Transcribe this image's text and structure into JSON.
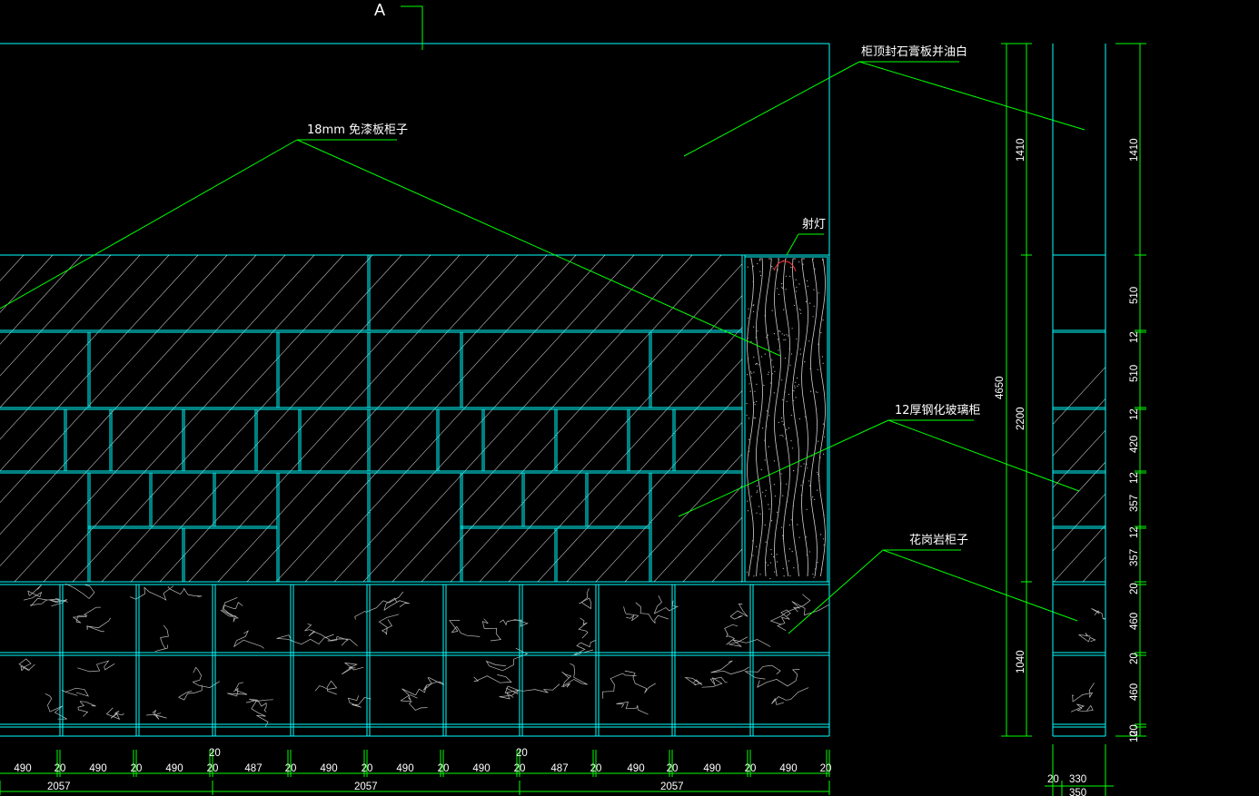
{
  "drawing": {
    "section_mark": "A",
    "colors": {
      "background": "#000000",
      "cabinet": "#00ffff",
      "leader": "#00ff00",
      "text": "#ffffff",
      "spotlight": "#ff0000"
    },
    "labels": {
      "top_seal": "柜顶封石膏板并油白",
      "board_cabinet": "18mm 免漆板柜子",
      "spotlight": "射灯",
      "glass_cabinet": "12厚钢化玻璃柜",
      "granite_cabinet": "花岗岩柜子"
    },
    "bottom_dims": {
      "row1": [
        "490",
        "20",
        "490",
        "20",
        "490",
        "20",
        "487",
        "20",
        "490",
        "20",
        "490",
        "20",
        "490",
        "20",
        "487",
        "20",
        "490",
        "20",
        "490",
        "20",
        "490",
        "20"
      ],
      "stacked": [
        "20",
        "20"
      ],
      "row2": [
        "2057",
        "2057",
        "2057"
      ]
    },
    "side_dims": {
      "overall": "4650",
      "upper": "1410",
      "upper_right": "1410",
      "middle": "2200",
      "lower": "1040",
      "segments": [
        "510",
        "12",
        "510",
        "12",
        "420",
        "12",
        "357",
        "12",
        "357",
        "20",
        "460",
        "20",
        "460",
        "20",
        "10"
      ],
      "bottom": [
        "20",
        "330",
        "350"
      ]
    }
  }
}
